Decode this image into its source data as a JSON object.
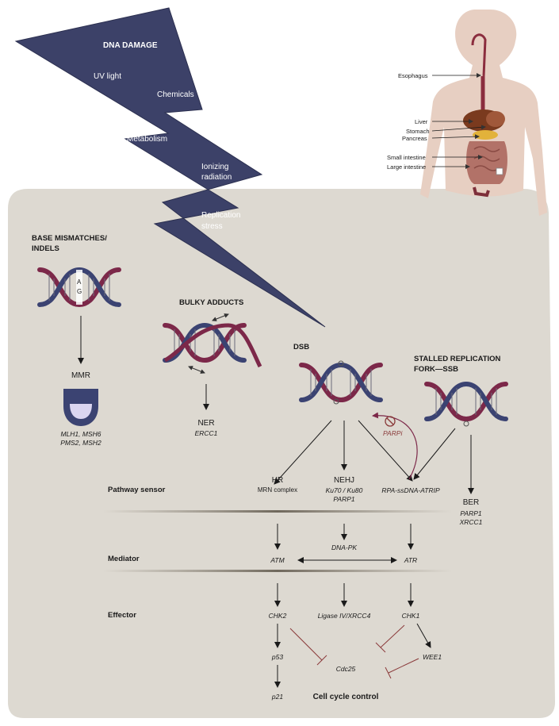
{
  "damage": {
    "title": "DNA DAMAGE",
    "uv": "UV light",
    "chemicals": "Chemicals",
    "metabolism": "Metabolism",
    "ionizing_1": "Ionizing",
    "ionizing_2": "radiation",
    "replication_1": "Replication",
    "replication_2": "stress"
  },
  "body": {
    "esophagus": "Esophagus",
    "liver": "Liver",
    "stomach": "Stomach",
    "pancreas": "Pancreas",
    "small_intestine": "Small intestine",
    "large_intestine": "Large intestine"
  },
  "lesions": {
    "mismatch_1": "BASE MISMATCHES/",
    "mismatch_2": "INDELS",
    "bulky": "BULKY ADDUCTS",
    "dsb": "DSB",
    "stalled_1": "STALLED REPLICATION",
    "stalled_2": "FORK—SSB"
  },
  "pathways": {
    "mmr": "MMR",
    "mmr_genes_1": "MLH1, MSH6",
    "mmr_genes_2": "PMS2, MSH2",
    "ner": "NER",
    "ner_gene": "ERCC1",
    "hr": "HR",
    "hr_sub": "MRN complex",
    "nehj": "NEHJ",
    "nehj_genes_1": "Ku70 / Ku80",
    "nehj_genes_2": "PARP1",
    "rpa": "RPA-ssDNA-ATRIP",
    "parpi": "PARPi",
    "ber": "BER",
    "ber_gene_1": "PARP1",
    "ber_gene_2": "XRCC1"
  },
  "rows": {
    "sensor": "Pathway sensor",
    "mediator": "Mediator",
    "effector": "Effector"
  },
  "nodes": {
    "dnapk": "DNA-PK",
    "atm": "ATM",
    "atr": "ATR",
    "chk2": "CHK2",
    "ligase": "Ligase IV/XRCC4",
    "chk1": "CHK1",
    "p53": "p53",
    "wee1": "WEE1",
    "cdc25": "Cdc25",
    "p21": "p21",
    "cell_cycle": "Cell cycle control"
  },
  "colors": {
    "panel": "#ddd9d1",
    "bolt": "#3c4168",
    "strand_navy": "#3b4372",
    "strand_maroon": "#7c2849",
    "inhibit": "#8a3a3a",
    "body_skin": "#e7cfc2"
  }
}
